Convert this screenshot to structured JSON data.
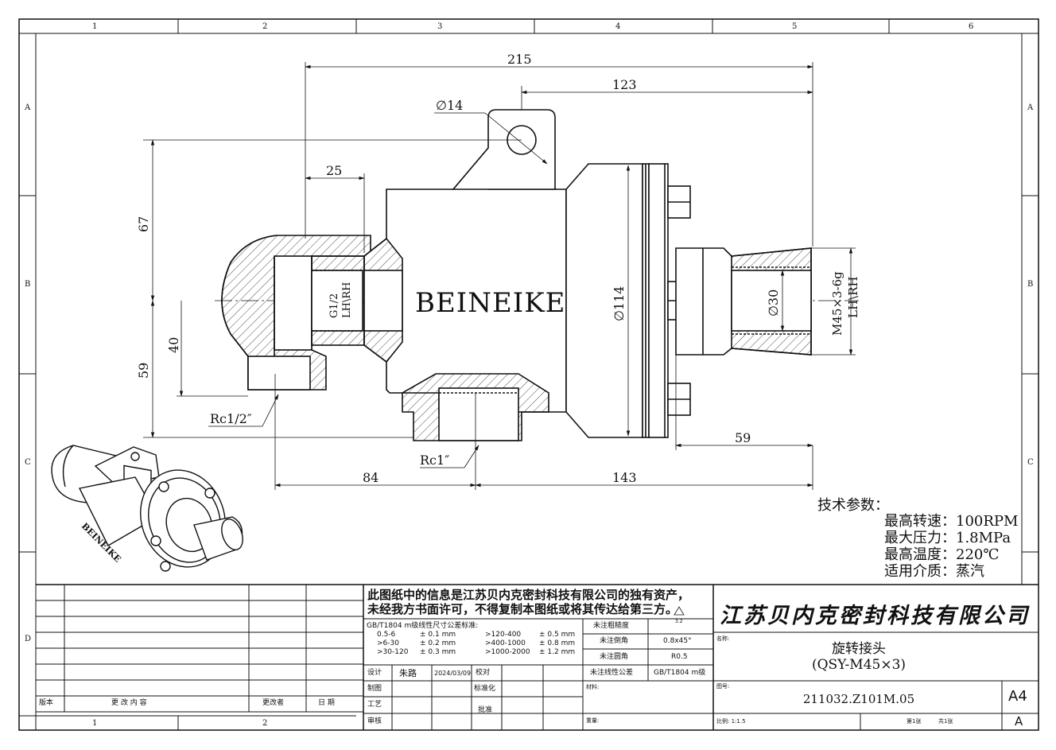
{
  "zone_cols": [
    "1",
    "2",
    "3",
    "4",
    "5",
    "6"
  ],
  "zone_rows": [
    "A",
    "B",
    "C",
    "D"
  ],
  "dims": {
    "d215": "215",
    "d123": "123",
    "d14": "∅14",
    "d25": "25",
    "d67": "67",
    "d59l": "59",
    "d40": "40",
    "g12": "G1/2",
    "lhrh1": "LH\\RH",
    "brand": "BEINEIKE",
    "d114": "∅114",
    "d30": "∅30",
    "m45": "M45×3-6g",
    "lhrh2": "LH\\RH",
    "rc12": "Rc1/2″",
    "rc1": "Rc1″",
    "d59r": "59",
    "d84": "84",
    "d143": "143"
  },
  "tech": {
    "title": "技术参数：",
    "speed": "最高转速：100RPM",
    "pressure": "最大压力：1.8MPa",
    "temp": "最高温度：220℃",
    "medium": "适用介质：蒸汽"
  },
  "title_block": {
    "notice1": "此图纸中的信息是江苏贝内克密封科技有限公司的独有资产，",
    "notice2": "未经我方书面许可，不得复制本图纸或将其传达给第三方。",
    "company": "江苏贝内克密封科技有限公司",
    "tol_title": "GB/T1804 m级线性尺寸公差标准:",
    "tol_rows": [
      [
        "0.5-6",
        "± 0.1 mm",
        ">120-400",
        "± 0.5 mm"
      ],
      [
        ">6-30",
        "± 0.2 mm",
        ">400-1000",
        "± 0.8 mm"
      ],
      [
        ">30-120",
        "± 0.3 mm",
        ">1000-2000",
        "± 1.2 mm"
      ]
    ],
    "rough_label": "未注粗糙度",
    "rough_val": "3.2",
    "chamfer_label": "未注倒角",
    "chamfer_val": "0.8x45°",
    "fillet_label": "未注圆角",
    "fillet_val": "R0.5",
    "lintol_label": "未注线性公差",
    "lintol_val": "GB/T1804 m级",
    "name_label": "名称:",
    "part_name": "旋转接头",
    "part_model": "(QSY-M45×3)",
    "design": "设计",
    "designer": "朱路",
    "date": "2024/03/09",
    "check": "校对",
    "draw": "制图",
    "standard": "标准化",
    "craft": "工艺",
    "approve": "批准",
    "review": "审核",
    "material": "材料:",
    "weight": "重量:",
    "drawing_no_label": "图号:",
    "drawing_no": "211032.Z101M.05",
    "size": "A4",
    "rev": "A",
    "scale": "比例: 1:1.5",
    "sheet": "第1张",
    "total": "共1张",
    "rev_block_version": "版本",
    "rev_block_content": "更 改 内 容",
    "rev_block_changer": "更改者",
    "rev_block_date": "日 期"
  }
}
